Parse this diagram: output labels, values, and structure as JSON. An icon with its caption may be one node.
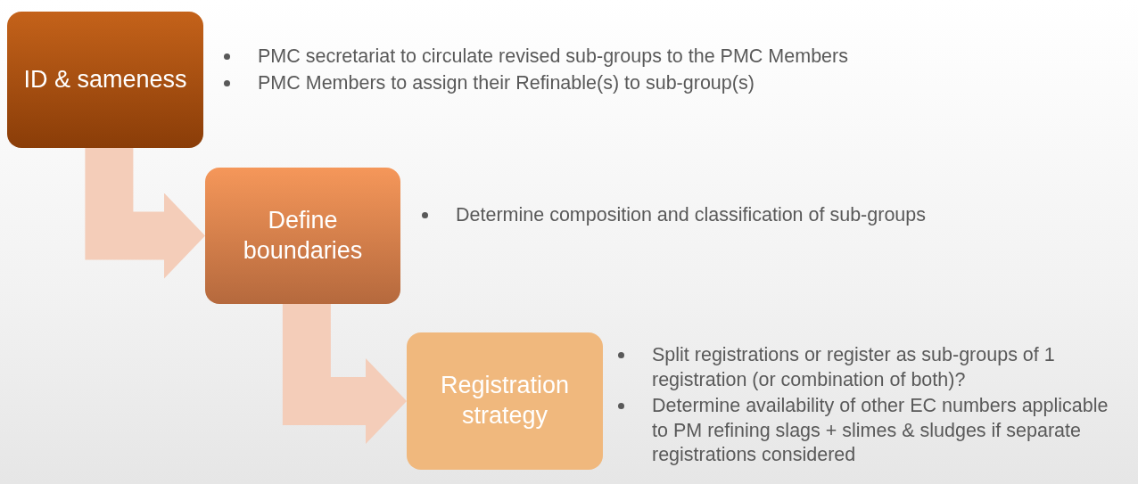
{
  "diagram": {
    "nodes": [
      {
        "text": [
          "ID & sameness"
        ],
        "beside": [
          "PMC secretariat to circulate revised sub-groups to the PMC Members",
          "PMC Members to assign their Refinable(s) to sub-group(s)"
        ]
      },
      {
        "text": [
          "Define boundaries"
        ],
        "beside": [
          "Determine composition and classification of sub-groups"
        ]
      },
      {
        "text": [
          "Registration strategy"
        ],
        "beside": [
          "Split registrations or register as sub-groups of 1 registration (or combination of both)?",
          "Determine availability of other EC numbers applicable to PM refining slags + slimes & sludges if separate registrations considered"
        ]
      }
    ],
    "edges": [
      {
        "from": 0,
        "to": 1,
        "arrow": "to"
      },
      {
        "from": 1,
        "to": 2,
        "arrow": "to"
      }
    ]
  }
}
